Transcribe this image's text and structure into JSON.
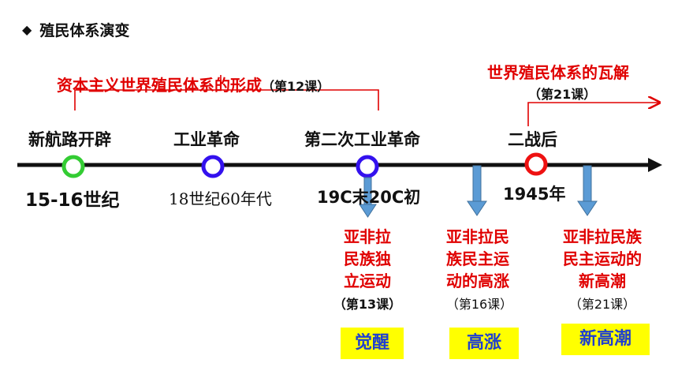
{
  "header": {
    "title": "殖民体系演变",
    "bullet_icon": "diamond-bullet-icon"
  },
  "formation": {
    "label": "资本主义世界殖民体系的形成",
    "lesson": "（第12课）"
  },
  "collapse": {
    "label": "世界殖民体系的瓦解",
    "lesson": "（第21课）"
  },
  "timeline": {
    "events": [
      {
        "label": "新航路开辟",
        "date": "15-16世纪",
        "marker_color": "#33cc33"
      },
      {
        "label": "工业革命",
        "date": "18世纪60年代",
        "marker_color": "#3311ee"
      },
      {
        "label": "第二次工业革命",
        "date": "19C末20C初",
        "marker_color": "#3311ee"
      },
      {
        "label": "二战后",
        "date": "1945年",
        "marker_color": "#ee1111"
      }
    ]
  },
  "movements": [
    {
      "lines": [
        "亚非拉",
        "民族独",
        "立运动"
      ],
      "lesson": "（第13课）",
      "stage": "觉醒"
    },
    {
      "lines": [
        "亚非拉民",
        "族民主运",
        "动的高涨"
      ],
      "lesson": "（第16课）",
      "stage": "高涨"
    },
    {
      "lines": [
        "亚非拉民族",
        "民主运动的",
        "新高潮"
      ],
      "lesson": "（第21课）",
      "stage": "新高潮"
    }
  ],
  "colors": {
    "accent_red": "#e00000",
    "box_yellow": "#ffff00",
    "box_text_blue": "#1f3fd0",
    "arrow_blue": "#5b9bd5"
  }
}
